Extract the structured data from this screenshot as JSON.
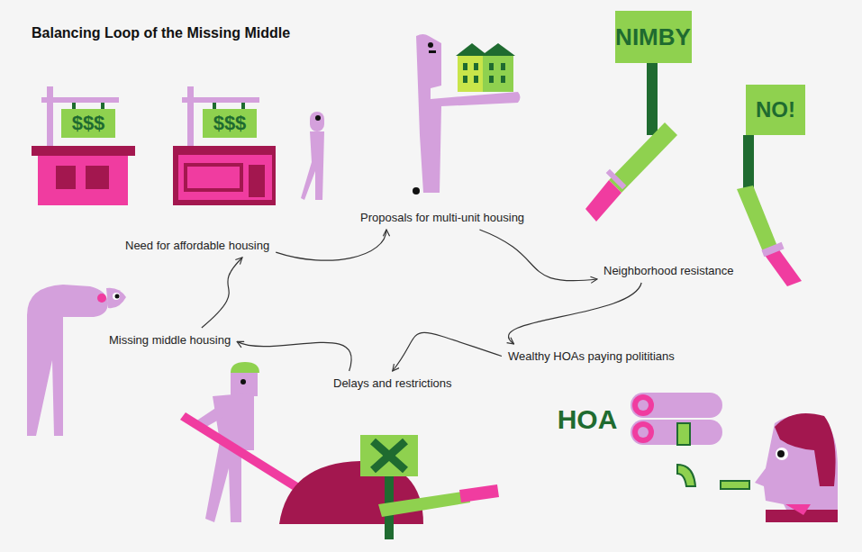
{
  "diagram": {
    "title": "Balancing Loop of the Missing Middle",
    "nodes": [
      {
        "text": [
          "Need for affordable housing"
        ]
      },
      {
        "text": [
          "Proposals for multi-unit housing"
        ]
      },
      {
        "text": [
          "Neighborhood resistance"
        ]
      },
      {
        "text": [
          "Wealthy HOAs paying polititians"
        ]
      },
      {
        "text": [
          "Delays and restrictions"
        ]
      },
      {
        "text": [
          "Missing middle housing"
        ]
      }
    ],
    "edges": [
      {
        "from": 0,
        "to": 1,
        "arrow": "to"
      },
      {
        "from": 1,
        "to": 2,
        "arrow": "to"
      },
      {
        "from": 2,
        "to": 3,
        "arrow": "to"
      },
      {
        "from": 3,
        "to": 4,
        "arrow": "to"
      },
      {
        "from": 4,
        "to": 5,
        "arrow": "to"
      },
      {
        "from": 5,
        "to": 0,
        "arrow": "to"
      }
    ],
    "labels": [
      "$$$",
      "$$$",
      "NIMBY",
      "NO!",
      "HOA"
    ]
  }
}
